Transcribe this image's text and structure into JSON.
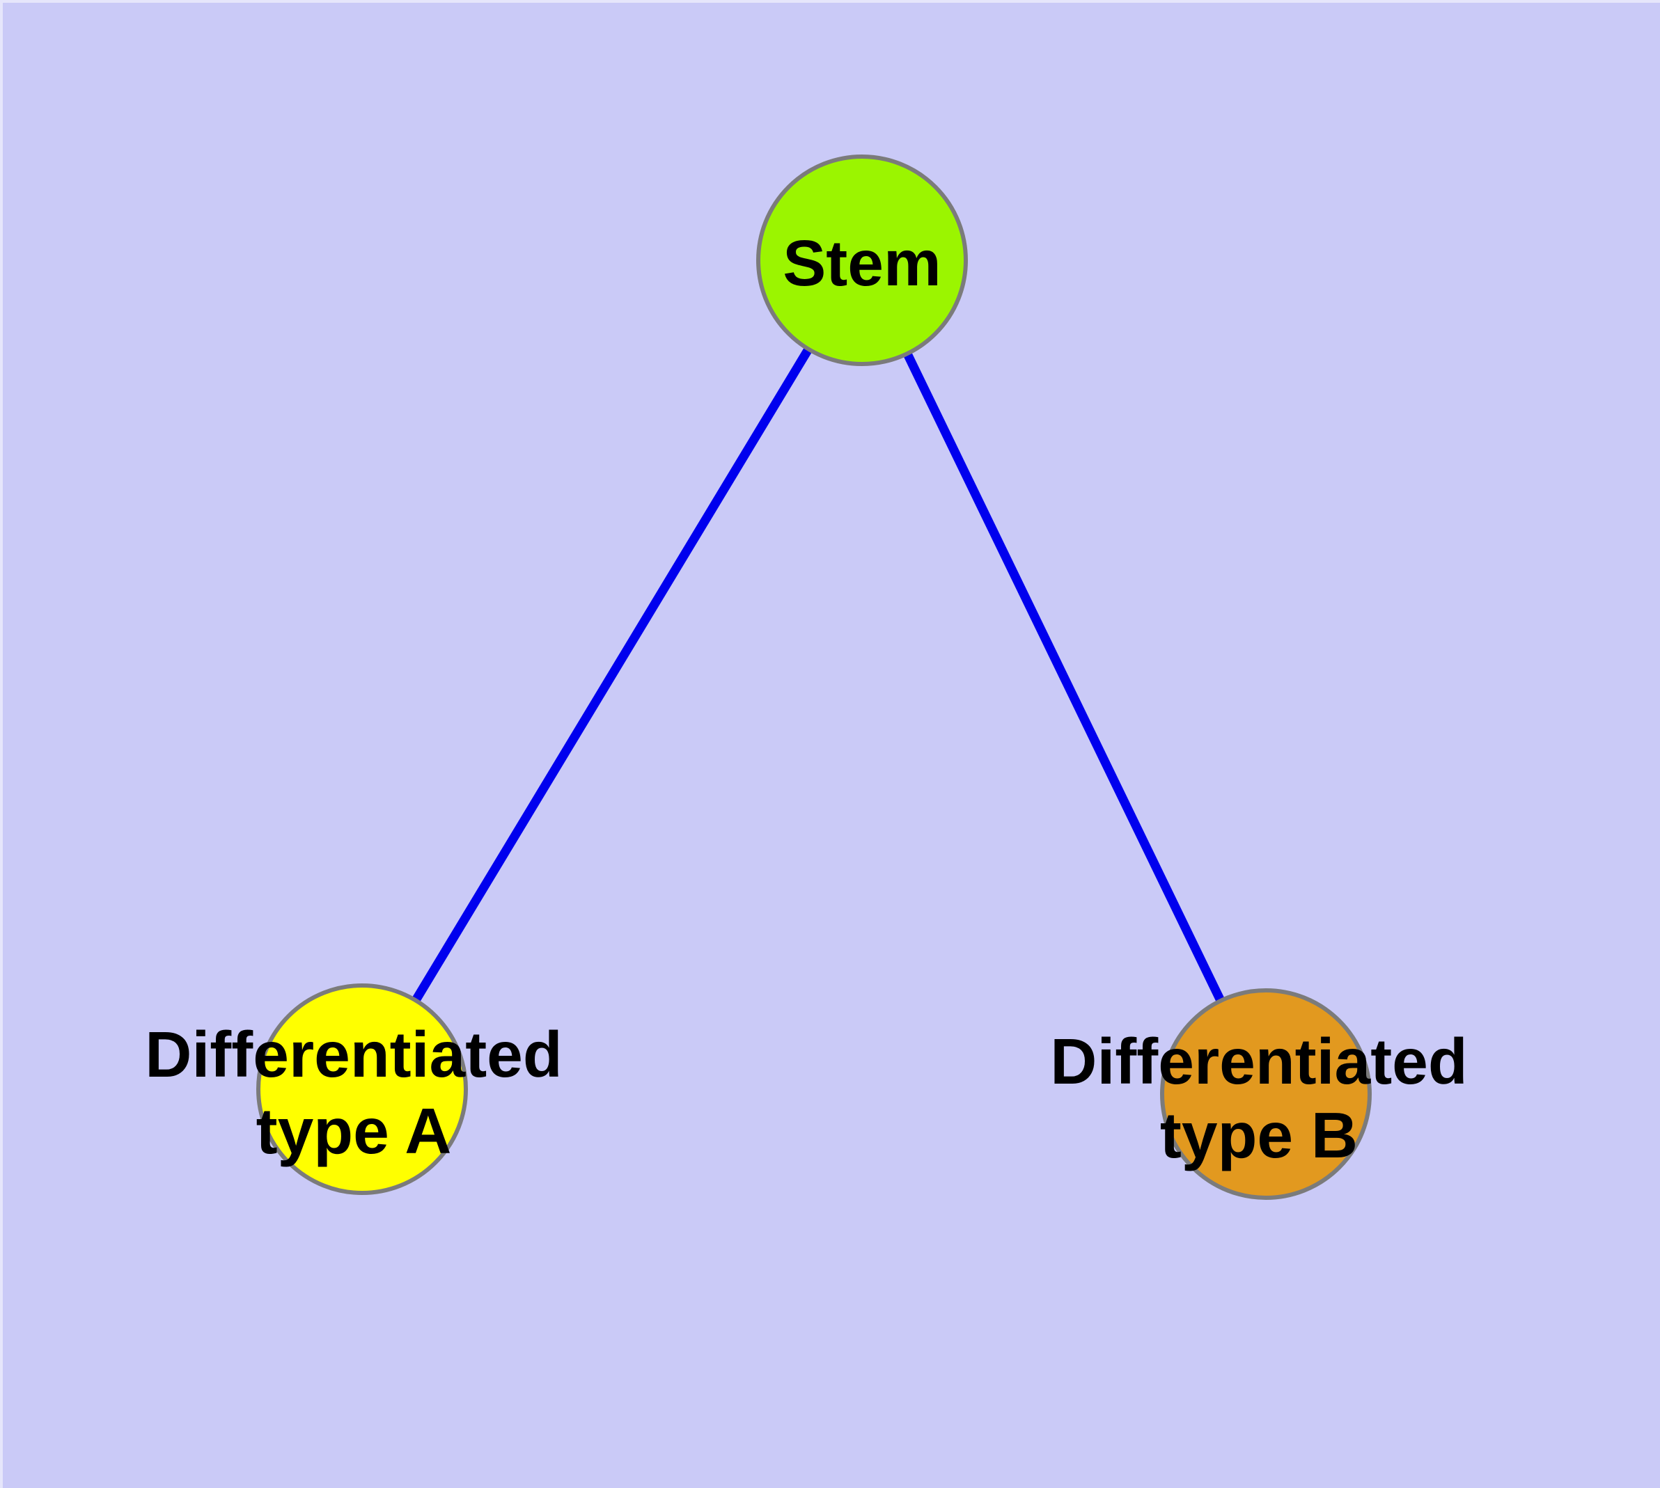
{
  "diagram": {
    "type": "graph",
    "background_color": "#cacaf7",
    "bevel_color": "#e6e6fb",
    "edge_color": "#0000ee",
    "node_border_color": "#7b7b7b",
    "label_color": "#000000",
    "nodes": [
      {
        "id": "stem",
        "label": "Stem",
        "label_line1": "Stem",
        "label_line2": "",
        "color": "#9bf500"
      },
      {
        "id": "type_a",
        "label": "Differentiated type A",
        "label_line1": "Differentiated",
        "label_line2": "type A",
        "color": "#ffff00"
      },
      {
        "id": "type_b",
        "label": "Differentiated type B",
        "label_line1": "Differentiated",
        "label_line2": "type B",
        "color": "#e2991f"
      }
    ],
    "edges": [
      {
        "from": "Stem",
        "to": "Differentiated type A"
      },
      {
        "from": "Stem",
        "to": "Differentiated type B"
      }
    ]
  }
}
